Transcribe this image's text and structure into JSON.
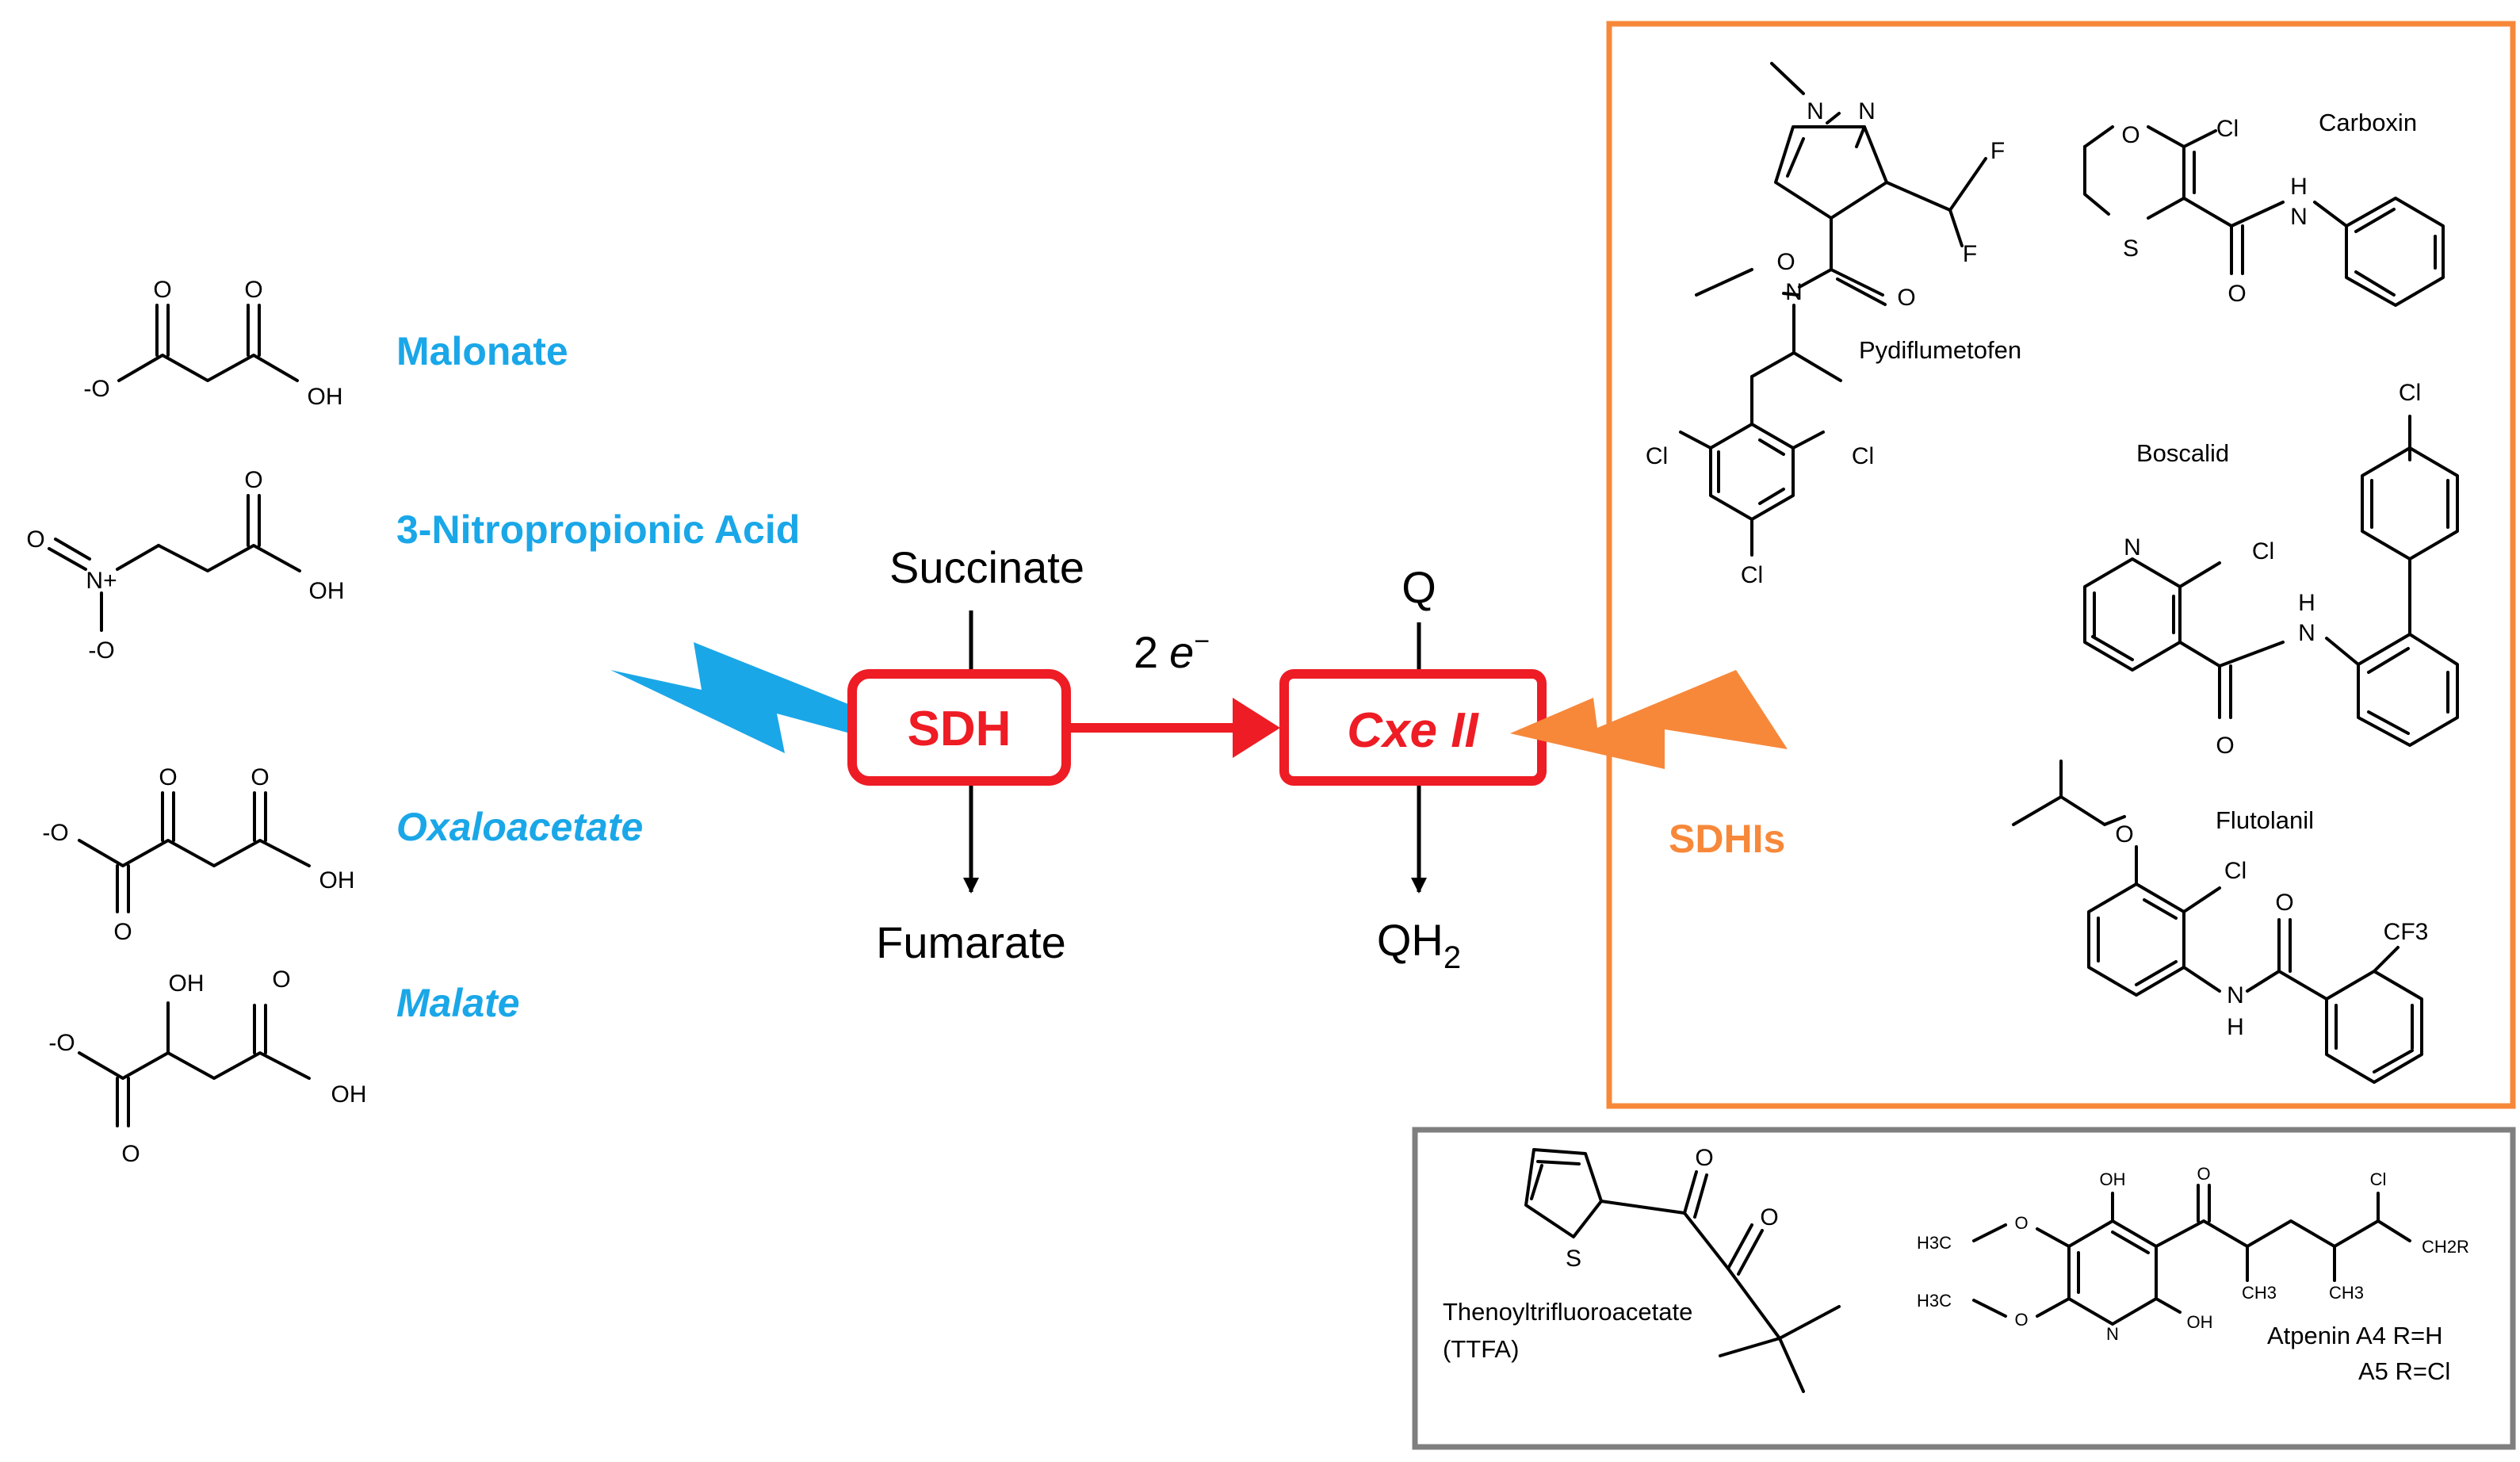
{
  "colors": {
    "natural_inhibitor": "#1aa7e8",
    "enzyme": "#ee1c24",
    "sdhi": "#f7883a",
    "other_box": "#7f7f7f",
    "text": "#000000"
  },
  "natural_inhibitors": [
    {
      "name": "Malonate"
    },
    {
      "name": "3-Nitropropionic Acid"
    },
    {
      "name": "Oxaloacetate"
    },
    {
      "name": "Malate"
    }
  ],
  "reaction": {
    "substrate": "Succinate",
    "product": "Fumarate",
    "enzyme": "SDH",
    "electrons_coefficient": "2",
    "electron": "e",
    "electron_charge": "−",
    "complex": "Cxe II",
    "acceptor": "Q",
    "reduced_base": "QH",
    "reduced_subscript": "2"
  },
  "sdhi": {
    "label": "SDHIs",
    "compounds": [
      {
        "name": "Pydiflumetofen"
      },
      {
        "name": "Carboxin"
      },
      {
        "name": "Boscalid"
      },
      {
        "name": "Flutolanil"
      }
    ]
  },
  "other_inhibitors": {
    "ttfa_name": "Thenoyltrifluoroacetate",
    "ttfa_abbrev": "(TTFA)",
    "atpenin_line1": "Atpenin A4 R=H",
    "atpenin_line2": "A5 R=Cl"
  },
  "atoms": {
    "O": "O",
    "OH": "OH",
    "Om": "-O",
    "N": "N",
    "Np": "N+",
    "Cl": "Cl",
    "F": "F",
    "S": "S",
    "H": "H",
    "CF3": "CF3",
    "H3C": "H3C",
    "CH3": "CH3",
    "CH2R": "CH2R"
  }
}
